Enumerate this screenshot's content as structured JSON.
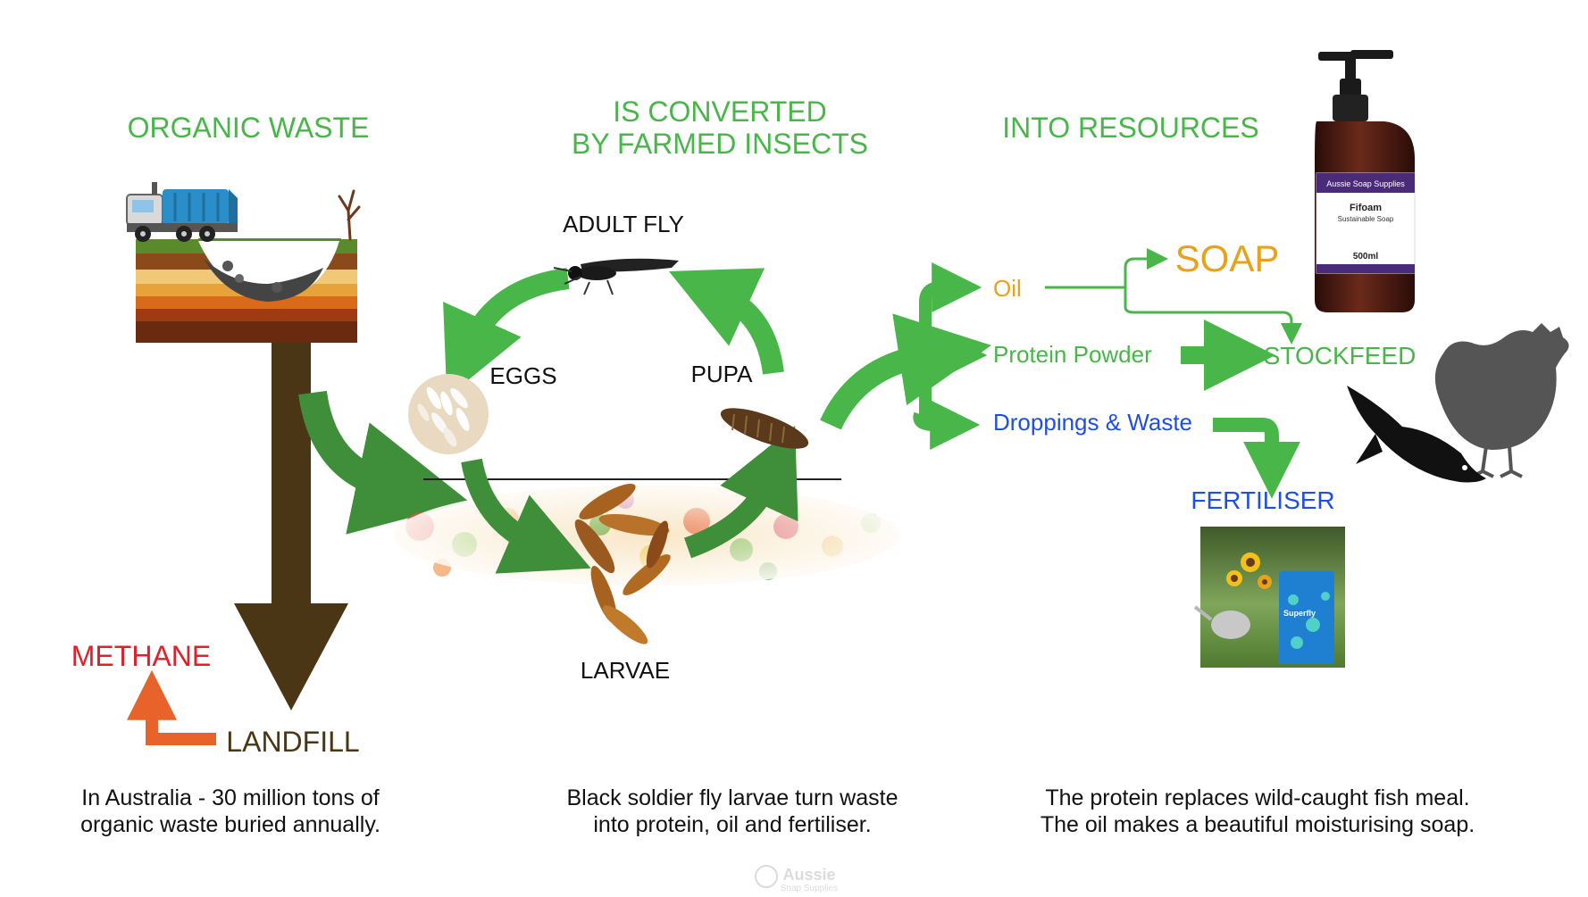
{
  "headings": {
    "organic_waste": "ORGANIC WASTE",
    "converted_1": "IS CONVERTED",
    "converted_2": "BY FARMED INSECTS",
    "resources": "INTO RESOURCES"
  },
  "lifecycle": {
    "adult_fly": "ADULT FLY",
    "eggs": "EGGS",
    "pupa": "PUPA",
    "larvae": "LARVAE"
  },
  "outputs": {
    "oil": "Oil",
    "protein": "Protein Powder",
    "droppings": "Droppings & Waste",
    "soap": "SOAP",
    "stockfeed": "STOCKFEED",
    "fertiliser": "FERTILISER"
  },
  "landfill": {
    "methane": "METHANE",
    "landfill": "LANDFILL"
  },
  "captions": {
    "left_1": "In Australia - 30 million tons of",
    "left_2": "organic waste buried annually.",
    "mid_1": "Black soldier fly larvae turn waste",
    "mid_2": "into protein, oil and fertiliser.",
    "right_1": "The protein replaces wild-caught fish meal.",
    "right_2": "The oil makes a beautiful moisturising soap."
  },
  "product": {
    "brand": "Aussie Soap Supplies",
    "name": "Fifoam",
    "subtitle": "Sustainable Soap",
    "volume": "500ml",
    "fertiliser_brand": "Superfly"
  },
  "watermark": {
    "line1": "Aussie",
    "line2": "Soap Supplies"
  },
  "colors": {
    "green": "#48b649",
    "dark_green": "#3e8e3a",
    "brown": "#4a3615",
    "orange_label": "#e8a21a",
    "blue_label": "#1f4fe0",
    "red_label": "#e0202a",
    "orange_arrow": "#e8632a"
  }
}
